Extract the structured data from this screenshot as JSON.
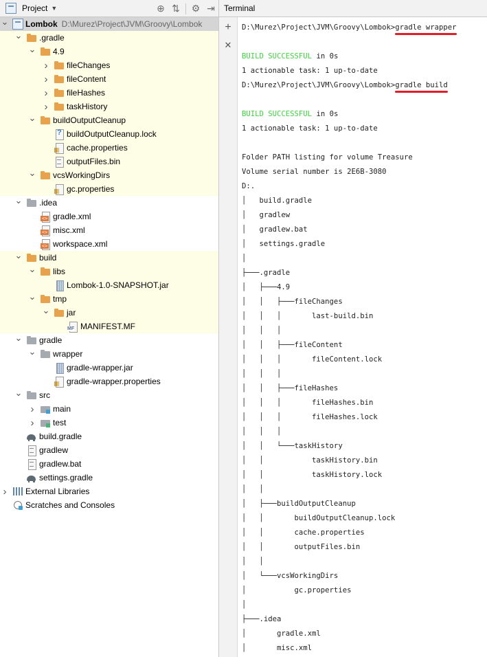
{
  "project_panel": {
    "title": "Project",
    "header_icons": [
      "locate-icon",
      "collapse-all-icon",
      "gear-icon",
      "hide-icon"
    ],
    "tree": [
      {
        "depth": 0,
        "arrow": "down",
        "icon": "module",
        "name": "Lombok",
        "path": "D:\\Murez\\Project\\JVM\\Groovy\\Lombok",
        "selected": true
      },
      {
        "depth": 1,
        "arrow": "down",
        "icon": "folder",
        "name": ".gradle",
        "highlight": true
      },
      {
        "depth": 2,
        "arrow": "down",
        "icon": "folder",
        "name": "4.9",
        "highlight": true
      },
      {
        "depth": 3,
        "arrow": "right",
        "icon": "folder",
        "name": "fileChanges",
        "highlight": true
      },
      {
        "depth": 3,
        "arrow": "right",
        "icon": "folder",
        "name": "fileContent",
        "highlight": true
      },
      {
        "depth": 3,
        "arrow": "right",
        "icon": "folder",
        "name": "fileHashes",
        "highlight": true
      },
      {
        "depth": 3,
        "arrow": "right",
        "icon": "folder",
        "name": "taskHistory",
        "highlight": true
      },
      {
        "depth": 2,
        "arrow": "down",
        "icon": "folder",
        "name": "buildOutputCleanup",
        "highlight": true
      },
      {
        "depth": 3,
        "arrow": "none",
        "icon": "lock",
        "name": "buildOutputCleanup.lock",
        "highlight": true
      },
      {
        "depth": 3,
        "arrow": "none",
        "icon": "props",
        "name": "cache.properties",
        "highlight": true
      },
      {
        "depth": 3,
        "arrow": "none",
        "icon": "file",
        "name": "outputFiles.bin",
        "highlight": true
      },
      {
        "depth": 2,
        "arrow": "down",
        "icon": "folder",
        "name": "vcsWorkingDirs",
        "highlight": true
      },
      {
        "depth": 3,
        "arrow": "none",
        "icon": "props",
        "name": "gc.properties",
        "highlight": true
      },
      {
        "depth": 1,
        "arrow": "down",
        "icon": "folder-grey",
        "name": ".idea"
      },
      {
        "depth": 2,
        "arrow": "none",
        "icon": "xml",
        "name": "gradle.xml"
      },
      {
        "depth": 2,
        "arrow": "none",
        "icon": "xml",
        "name": "misc.xml"
      },
      {
        "depth": 2,
        "arrow": "none",
        "icon": "xml",
        "name": "workspace.xml"
      },
      {
        "depth": 1,
        "arrow": "down",
        "icon": "folder",
        "name": "build",
        "highlight": true
      },
      {
        "depth": 2,
        "arrow": "down",
        "icon": "folder",
        "name": "libs",
        "highlight": true
      },
      {
        "depth": 3,
        "arrow": "none",
        "icon": "jar",
        "name": "Lombok-1.0-SNAPSHOT.jar",
        "highlight": true
      },
      {
        "depth": 2,
        "arrow": "down",
        "icon": "folder",
        "name": "tmp",
        "highlight": true
      },
      {
        "depth": 3,
        "arrow": "down",
        "icon": "folder",
        "name": "jar",
        "highlight": true
      },
      {
        "depth": 4,
        "arrow": "none",
        "icon": "mf",
        "name": "MANIFEST.MF",
        "highlight": true
      },
      {
        "depth": 1,
        "arrow": "down",
        "icon": "folder-grey",
        "name": "gradle"
      },
      {
        "depth": 2,
        "arrow": "down",
        "icon": "folder-grey",
        "name": "wrapper"
      },
      {
        "depth": 3,
        "arrow": "none",
        "icon": "jar",
        "name": "gradle-wrapper.jar"
      },
      {
        "depth": 3,
        "arrow": "none",
        "icon": "props",
        "name": "gradle-wrapper.properties"
      },
      {
        "depth": 1,
        "arrow": "down",
        "icon": "folder-grey",
        "name": "src"
      },
      {
        "depth": 2,
        "arrow": "right",
        "icon": "folder-src",
        "name": "main"
      },
      {
        "depth": 2,
        "arrow": "right",
        "icon": "folder-test",
        "name": "test"
      },
      {
        "depth": 1,
        "arrow": "none",
        "icon": "gradle",
        "name": "build.gradle"
      },
      {
        "depth": 1,
        "arrow": "none",
        "icon": "file",
        "name": "gradlew"
      },
      {
        "depth": 1,
        "arrow": "none",
        "icon": "file",
        "name": "gradlew.bat"
      },
      {
        "depth": 1,
        "arrow": "none",
        "icon": "gradle",
        "name": "settings.gradle"
      },
      {
        "depth": 0,
        "arrow": "right",
        "icon": "libs",
        "name": "External Libraries"
      },
      {
        "depth": 0,
        "arrow": "none",
        "icon": "scratch",
        "name": "Scratches and Consoles"
      }
    ]
  },
  "terminal": {
    "title": "Terminal",
    "gutter": {
      "new_session": "+",
      "close_session": "✕"
    },
    "lines": [
      {
        "prefix": "D:\\Murez\\Project\\JVM\\Groovy\\Lombok>",
        "cmd": "gradle wrapper"
      },
      {
        "text": ""
      },
      {
        "ok": "BUILD SUCCESSFUL",
        "rest": " in 0s"
      },
      {
        "text": "1 actionable task: 1 up-to-date"
      },
      {
        "prefix": "D:\\Murez\\Project\\JVM\\Groovy\\Lombok>",
        "cmd": "gradle build"
      },
      {
        "text": ""
      },
      {
        "ok": "BUILD SUCCESSFUL",
        "rest": " in 0s"
      },
      {
        "text": "1 actionable task: 1 up-to-date"
      },
      {
        "text": ""
      },
      {
        "text": "Folder PATH listing for volume Treasure"
      },
      {
        "text": "Volume serial number is 2E6B-3080"
      },
      {
        "text": "D:."
      },
      {
        "text": "│   build.gradle"
      },
      {
        "text": "│   gradlew"
      },
      {
        "text": "│   gradlew.bat"
      },
      {
        "text": "│   settings.gradle"
      },
      {
        "text": "│"
      },
      {
        "text": "├───.gradle"
      },
      {
        "text": "│   ├───4.9"
      },
      {
        "text": "│   │   ├───fileChanges"
      },
      {
        "text": "│   │   │       last-build.bin"
      },
      {
        "text": "│   │   │"
      },
      {
        "text": "│   │   ├───fileContent"
      },
      {
        "text": "│   │   │       fileContent.lock"
      },
      {
        "text": "│   │   │"
      },
      {
        "text": "│   │   ├───fileHashes"
      },
      {
        "text": "│   │   │       fileHashes.bin"
      },
      {
        "text": "│   │   │       fileHashes.lock"
      },
      {
        "text": "│   │   │"
      },
      {
        "text": "│   │   └───taskHistory"
      },
      {
        "text": "│   │           taskHistory.bin"
      },
      {
        "text": "│   │           taskHistory.lock"
      },
      {
        "text": "│   │"
      },
      {
        "text": "│   ├───buildOutputCleanup"
      },
      {
        "text": "│   │       buildOutputCleanup.lock"
      },
      {
        "text": "│   │       cache.properties"
      },
      {
        "text": "│   │       outputFiles.bin"
      },
      {
        "text": "│   │"
      },
      {
        "text": "│   └───vcsWorkingDirs"
      },
      {
        "text": "│           gc.properties"
      },
      {
        "text": "│"
      },
      {
        "text": "├───.idea"
      },
      {
        "text": "│       gradle.xml"
      },
      {
        "text": "│       misc.xml"
      }
    ]
  },
  "colors": {
    "success": "#3fd13f",
    "annotation": "#e11d2a",
    "folder": "#e8a24b",
    "highlight_row": "#fefde6"
  }
}
